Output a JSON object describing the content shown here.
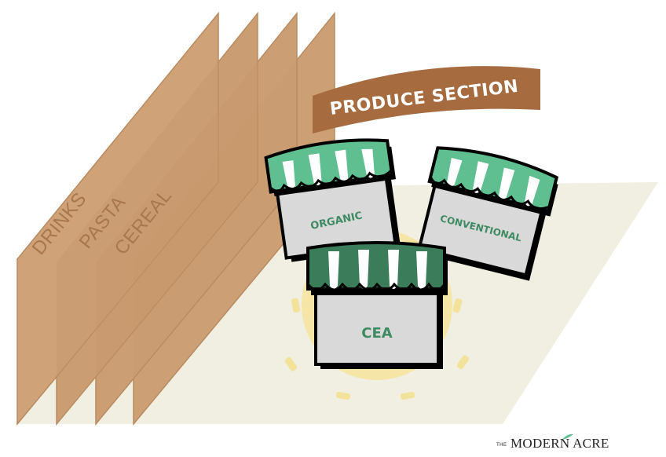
{
  "aisles": [
    {
      "label": "DRINKS"
    },
    {
      "label": "PASTA"
    },
    {
      "label": "CEREAL"
    }
  ],
  "banner": {
    "text": "PRODUCE SECTION"
  },
  "stores": [
    {
      "label": "ORGANIC"
    },
    {
      "label": "CONVENTIONAL"
    },
    {
      "label": "CEA"
    }
  ],
  "logo": {
    "prefix": "THE",
    "name": "MODERN ACRE"
  },
  "colors": {
    "shelf": "#cfa278",
    "shelf_edge": "#b98a60",
    "floor": "#f0efe1",
    "banner": "#a66b3e",
    "awning_light": "#5fbf90",
    "awning_dark": "#3b7d5a",
    "store_body": "#d9d9d9",
    "glow": "#f5e6a8",
    "label_green": "#3e8a63"
  }
}
